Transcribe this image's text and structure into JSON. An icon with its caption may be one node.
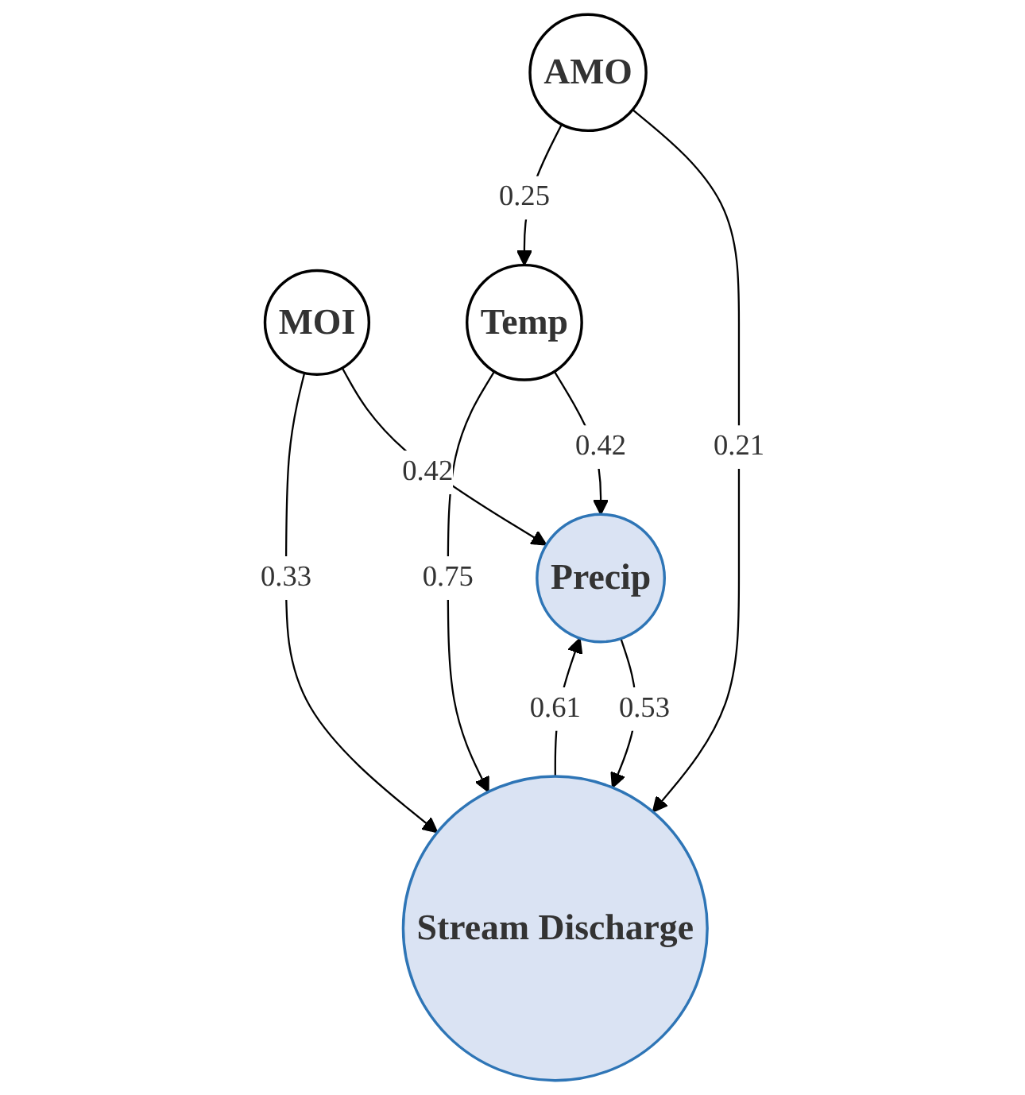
{
  "diagram": {
    "nodes": [
      {
        "text": [
          "MOI"
        ]
      },
      {
        "text": [
          "Precip"
        ]
      },
      {
        "text": [
          "Stream Discharge"
        ]
      },
      {
        "text": [
          "Temp"
        ]
      },
      {
        "text": [
          "AMO"
        ]
      }
    ],
    "edges": [
      {
        "from": 0,
        "to": 1,
        "arrow": "to",
        "label": "0.42"
      },
      {
        "from": 0,
        "to": 2,
        "arrow": "to",
        "label": "0.33"
      },
      {
        "from": 2,
        "to": 1,
        "arrow": "to",
        "label": "0.61"
      },
      {
        "from": 1,
        "to": 2,
        "arrow": "to",
        "label": "0.53"
      },
      {
        "from": 3,
        "to": 1,
        "arrow": "to",
        "label": "0.42"
      },
      {
        "from": 3,
        "to": 2,
        "arrow": "to",
        "label": "0.75"
      },
      {
        "from": 4,
        "to": 2,
        "arrow": "to",
        "label": "0.21"
      },
      {
        "from": 4,
        "to": 3,
        "arrow": "to",
        "label": "0.25"
      }
    ]
  }
}
